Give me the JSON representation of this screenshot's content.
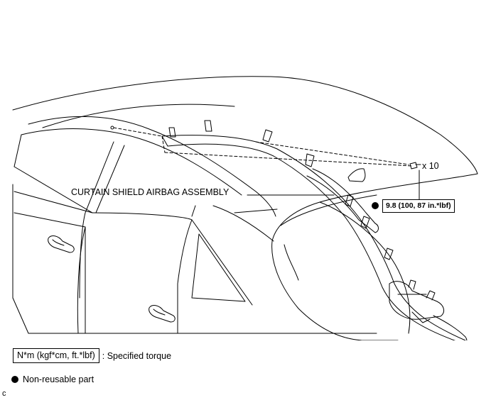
{
  "callouts": {
    "part_name": "CURTAIN SHIELD AIRBAG ASSEMBLY",
    "fastener_quantity": "x 10",
    "torque_value": "9.8 (100, 87 in.*lbf)"
  },
  "legend": {
    "torque_unit_box": "N*m (kgf*cm, ft.*lbf)",
    "torque_description": ": Specified torque",
    "nonreusable_description": "Non-reusable part"
  },
  "figure_code": "c"
}
